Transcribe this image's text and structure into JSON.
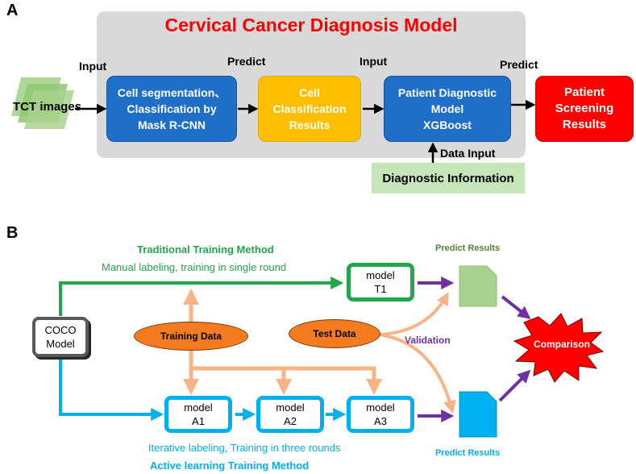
{
  "panel_a": {
    "letter": "A",
    "title": "Cervical Cancer Diagnosis Model",
    "tct_label": "TCT images",
    "input_label_1": "Input",
    "predict_label_1": "Predict",
    "input_label_2": "Input",
    "predict_label_2": "Predict",
    "box_segmentation": "Cell segmentation、\nClassification by\nMask R-CNN",
    "box_cell_results": "Cell\nClassification\nResults",
    "box_xgboost": "Patient Diagnostic\nModel\nXGBoost",
    "box_screening": "Patient\nScreening\nResults",
    "data_input_label": "Data Input",
    "diagnostic_info": "Diagnostic Information",
    "colors": {
      "title": "#ff0000",
      "blue_box": "#1f6ec8",
      "yellow_box": "#ffbf00",
      "red_box": "#ff0000",
      "panel": "#d9d9d9",
      "diag_info": "#c5e6b9"
    }
  },
  "panel_b": {
    "letter": "B",
    "traditional_title": "Traditional Training Method",
    "traditional_desc": "Manual labeling, training in single round",
    "coco_model": "COCO\nModel",
    "model_t1": "model\nT1",
    "model_a1": "model\nA1",
    "model_a2": "model\nA2",
    "model_a3": "model\nA3",
    "training_data": "Training Data",
    "test_data": "Test Data",
    "validation": "Validation",
    "comparison": "Comparison",
    "predict_results_top": "Predict Results",
    "predict_results_bottom": "Predict Results",
    "active_desc": "Iterative labeling,  Training in three rounds",
    "active_title": "Active learning Training Method",
    "colors": {
      "green": "#22a64a",
      "blue": "#00b0f0",
      "orange": "#f47b20",
      "purple": "#7030a0",
      "red": "#ff0000"
    }
  }
}
